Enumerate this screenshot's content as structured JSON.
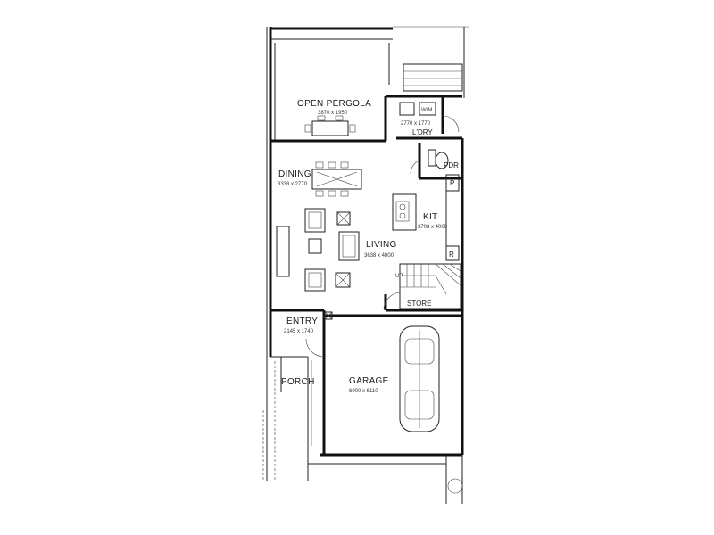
{
  "rooms": {
    "pergola": {
      "name": "OPEN PERGOLA",
      "dims": "3870 x 1950"
    },
    "laundry": {
      "name": "L'DRY",
      "dims": "2770 x 1770"
    },
    "powder": {
      "name": "PDR"
    },
    "dining": {
      "name": "DINING",
      "dims": "3338 x 2770"
    },
    "kitchen": {
      "name": "KIT",
      "dims": "3708 x 4000"
    },
    "living": {
      "name": "LIVING",
      "dims": "3638 x 4800"
    },
    "store": {
      "name": "STORE"
    },
    "entry": {
      "name": "ENTRY",
      "dims": "2145 x 1740"
    },
    "porch": {
      "name": "PORCH"
    },
    "garage": {
      "name": "GARAGE",
      "dims": "6000 x 6110"
    }
  },
  "markers": {
    "pantry": "P",
    "fridge": "R",
    "stair_up": "UP",
    "washer": "W/M"
  },
  "colors": {
    "wall": "#111111",
    "paper": "#ffffff"
  }
}
